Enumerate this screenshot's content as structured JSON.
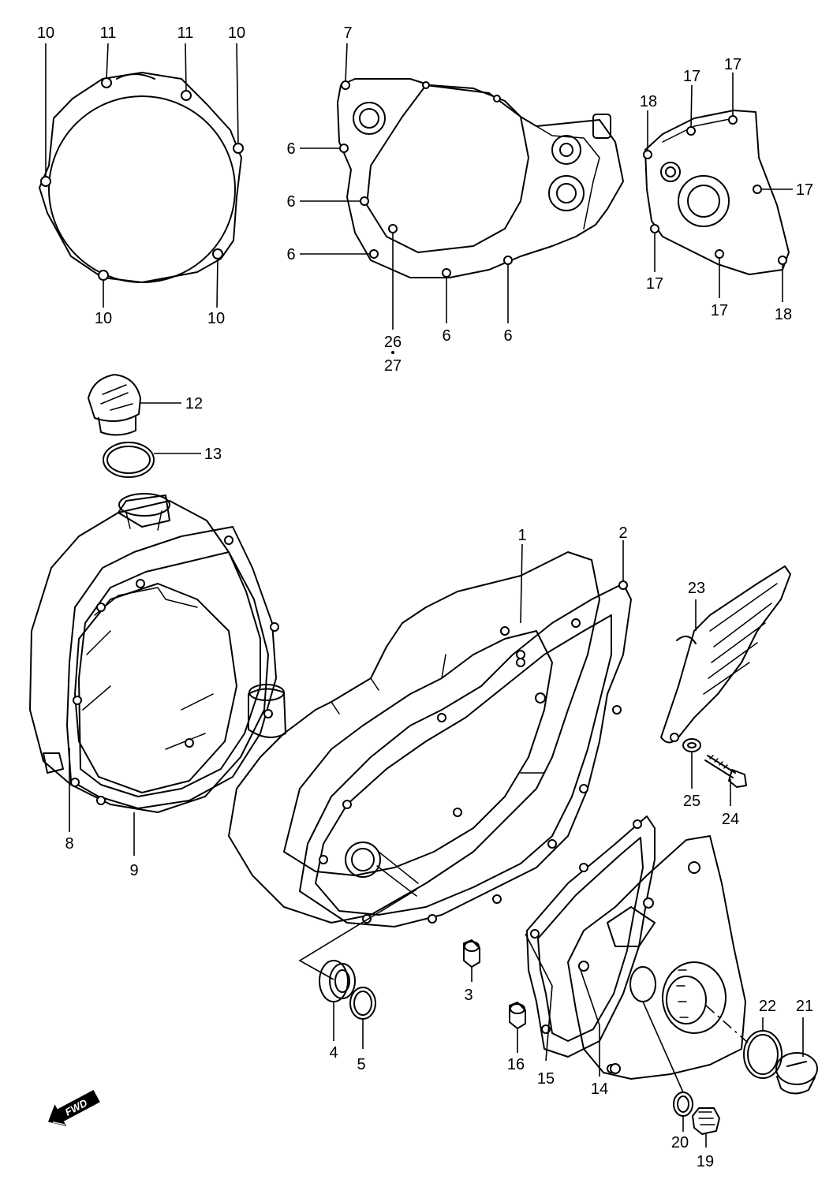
{
  "callouts": {
    "c10a": "10",
    "c10b": "10",
    "c10c": "10",
    "c10d": "10",
    "c11a": "11",
    "c11b": "11",
    "c7": "7",
    "c6a": "6",
    "c6b": "6",
    "c6c": "6",
    "c6d": "6",
    "c6e": "6",
    "c26": "26",
    "c27": "27",
    "c17a": "17",
    "c17b": "17",
    "c17c": "17",
    "c17d": "17",
    "c17e": "17",
    "c18a": "18",
    "c18b": "18",
    "c12": "12",
    "c13": "13",
    "c1": "1",
    "c2": "2",
    "c23": "23",
    "c24": "24",
    "c25": "25",
    "c8": "8",
    "c9": "9",
    "c3": "3",
    "c4": "4",
    "c5": "5",
    "c16": "16",
    "c15": "15",
    "c14": "14",
    "c22": "22",
    "c21": "21",
    "c20": "20",
    "c19": "19"
  },
  "direction_arrow": {
    "label": "FWD",
    "icon": "fwd-arrow-icon"
  }
}
